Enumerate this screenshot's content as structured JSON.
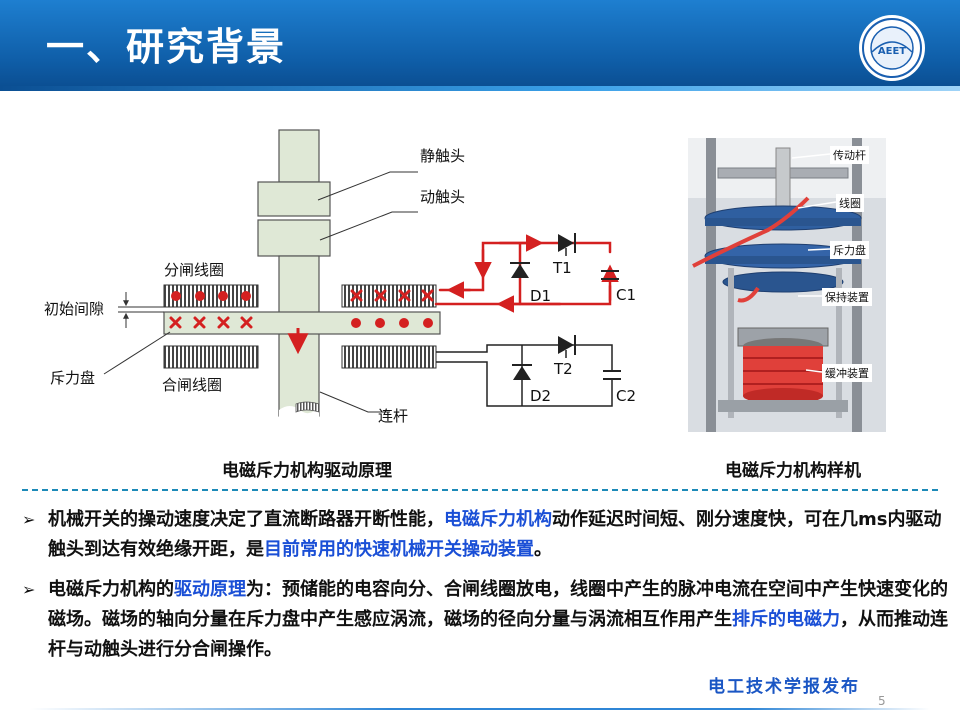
{
  "slide": {
    "title": "一、研究背景",
    "page_number": "5",
    "footer_mark": "电工技术学报发布",
    "logo_text": "AEET"
  },
  "left_figure": {
    "caption": "电磁斥力机构驱动原理",
    "labels": {
      "static_contact": "静触头",
      "moving_contact": "动触头",
      "open_coil": "分闸线圈",
      "initial_gap": "初始间隙",
      "repulsion_disk": "斥力盘",
      "close_coil": "合闸线圈",
      "connecting_rod": "连杆",
      "t1": "T1",
      "d1": "D1",
      "c1": "C1",
      "t2": "T2",
      "d2": "D2",
      "c2": "C2"
    },
    "colors": {
      "current": "#d42020",
      "wire": "#222222",
      "rod": "#dfe8d6",
      "rod_stroke": "#555555"
    }
  },
  "right_figure": {
    "caption": "电磁斥力机构样机",
    "labels": {
      "drive_rod": "传动杆",
      "coil": "线圈",
      "repulsion_disk": "斥力盘",
      "holding_device": "保持装置",
      "buffer_device": "缓冲装置"
    }
  },
  "bullets": [
    {
      "segments": [
        {
          "text": "机械开关的操动速度决定了直流断路器开断性能，",
          "highlight": false
        },
        {
          "text": "电磁斥力机构",
          "highlight": true
        },
        {
          "text": "动作延迟时间短、刚分速度快，可在几ms内驱动触头到达有效绝缘开距，是",
          "highlight": false
        },
        {
          "text": "目前常用的快速机械开关操动装置",
          "highlight": true
        },
        {
          "text": "。",
          "highlight": false
        }
      ]
    },
    {
      "segments": [
        {
          "text": "电磁斥力机构的",
          "highlight": false
        },
        {
          "text": "驱动原理",
          "highlight": true
        },
        {
          "text": "为：预储能的电容向分、合闸线圈放电，线圈中产生的脉冲电流在空间中产生快速变化的磁场。磁场的轴向分量在斥力盘中产生感应涡流，磁场的径向分量与涡流相互作用产生",
          "highlight": false
        },
        {
          "text": "排斥的电磁力",
          "highlight": true
        },
        {
          "text": "，从而推动连杆与动触头进行分合闸操作。",
          "highlight": false
        }
      ]
    }
  ],
  "theme": {
    "header_blue": "#1466b4",
    "highlight_blue": "#1a4fd6",
    "divider_color": "#1c8ab8"
  }
}
